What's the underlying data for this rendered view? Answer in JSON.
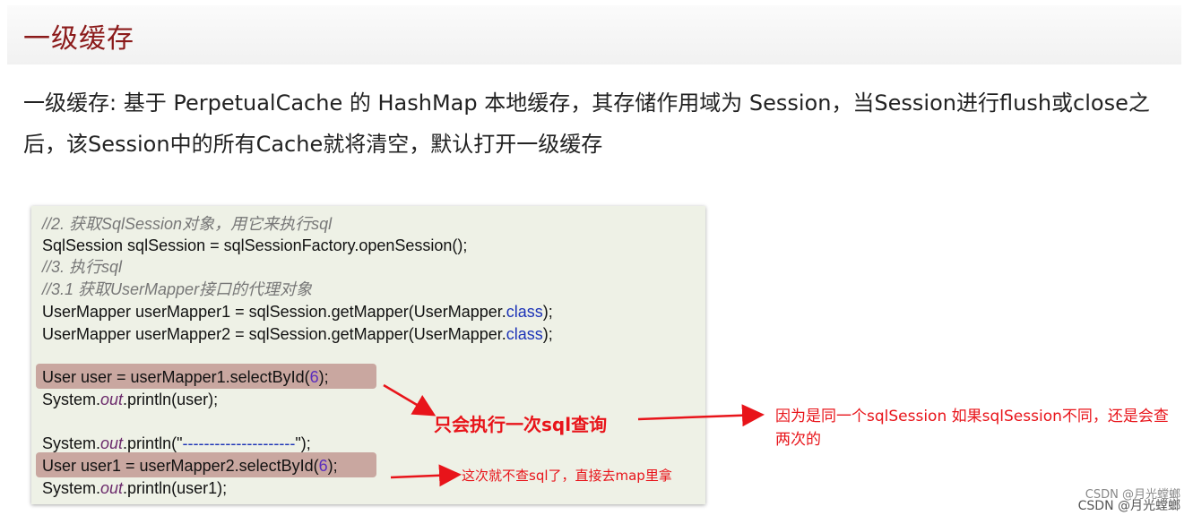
{
  "slide": {
    "title": "一级缓存",
    "description": "一级缓存: 基于 PerpetualCache 的 HashMap 本地缓存，其存储作用域为 Session，当Session进行flush或close之后，该Session中的所有Cache就将清空，默认打开一级缓存"
  },
  "code": {
    "l1": "//2. 获取SqlSession对象，用它来执行sql",
    "l2": "SqlSession sqlSession = sqlSessionFactory.openSession();",
    "l3": "//3. 执行sql",
    "l4": "//3.1 获取UserMapper接口的代理对象",
    "l5a": "UserMapper userMapper1 = sqlSession.getMapper(UserMapper.",
    "l5b": "class",
    "l5c": ");",
    "l6a": "UserMapper userMapper2 = sqlSession.getMapper(UserMapper.",
    "l6b": "class",
    "l6c": ");",
    "l7a": "User user = userMapper1.selectById(",
    "l7b": "6",
    "l7c": ");",
    "l8a": "System.",
    "l8b": "out",
    "l8c": ".println(user);",
    "l9a": "System.",
    "l9b": "out",
    "l9c": ".println(\"",
    "l9d": "---------------------",
    "l9e": "\");",
    "l10a": "User user1 = userMapper2.selectById(",
    "l10b": "6",
    "l10c": ");",
    "l11a": "System.",
    "l11b": "out",
    "l11c": ".println(user1);"
  },
  "annotations": {
    "main": "只会执行一次sql查询",
    "right": "因为是同一个sqlSession 如果sqlSession不同，还是会查两次的",
    "small": "这次就不查sql了，直接去map里拿"
  },
  "watermark": {
    "line1": "CSDN @月光螳螂",
    "line2": "CSDN @月光螳螂"
  },
  "colors": {
    "title": "#8b1a1a",
    "annotation": "#e8141a",
    "highlight": "#c9a7a0",
    "code_bg": "#eef1e6"
  }
}
